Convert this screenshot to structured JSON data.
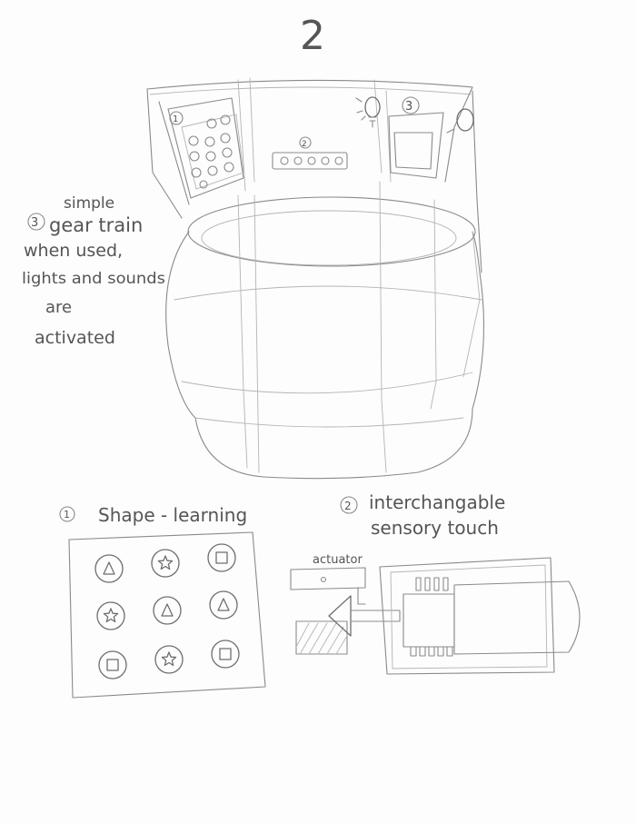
{
  "page_number": "2",
  "markers": {
    "one": "1",
    "two": "2",
    "three": "3"
  },
  "annotation_gear": {
    "marker": "3",
    "lines": [
      "simple",
      "gear train",
      "when used,",
      "lights and sounds",
      "are",
      "activated"
    ]
  },
  "shape_learning": {
    "marker": "1",
    "title": "Shape - learning",
    "buttons": [
      {
        "shape": "triangle"
      },
      {
        "shape": "star"
      },
      {
        "shape": "square"
      },
      {
        "shape": "star"
      },
      {
        "shape": "triangle"
      },
      {
        "shape": "triangle"
      },
      {
        "shape": "square"
      },
      {
        "shape": "star"
      },
      {
        "shape": "square"
      }
    ]
  },
  "sensory_touch": {
    "marker": "2",
    "title_line1": "interchangable",
    "title_line2": "sensory touch",
    "actuator_label": "actuator"
  },
  "colors": {
    "pencil": "#8a8a8a",
    "paper": "#fdfdfd"
  }
}
